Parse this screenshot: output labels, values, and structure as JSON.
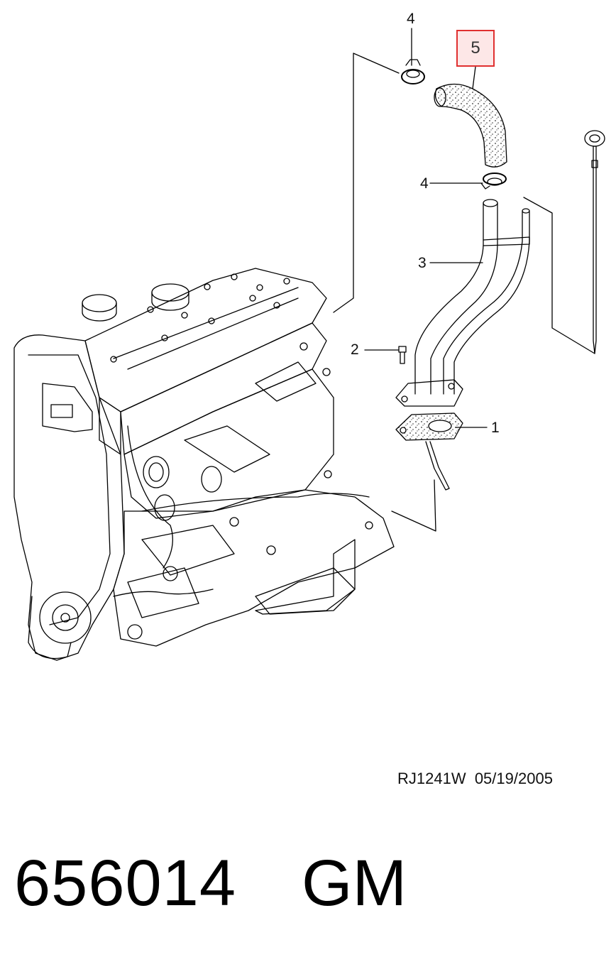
{
  "diagram": {
    "callouts": {
      "clamp_top": "4",
      "hose": "5",
      "clamp_lower": "4",
      "tube": "3",
      "bolt": "2",
      "gasket": "1"
    },
    "highlight_color": "#e03030",
    "highlight_fill": "#fde7e7"
  },
  "footer": {
    "drawing_code": "RJ1241W  05/19/2005",
    "part_number": "656014",
    "brand": "GM"
  }
}
